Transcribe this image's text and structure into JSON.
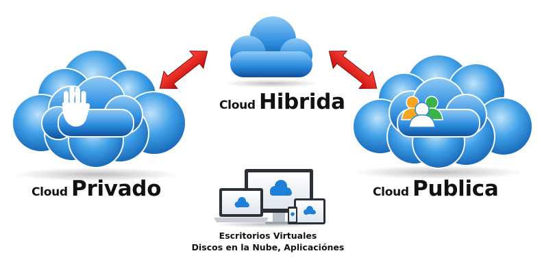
{
  "clouds": {
    "privado": {
      "prefix": "Cloud",
      "name": "Privado",
      "icon": "hand-icon"
    },
    "hibrida": {
      "prefix": "Cloud",
      "name": "Hibrida",
      "icon": "cloud-icon"
    },
    "publica": {
      "prefix": "Cloud",
      "name": "Publica",
      "icon": "users-icon"
    }
  },
  "devices": {
    "caption_line_1": "Escritorios Virtuales",
    "caption_line_2": "Discos en la Nube, Aplicaciónes"
  },
  "colors": {
    "cloud_blue": "#1e7fd6",
    "cloud_dark": "#0c4f9e",
    "arrow_red": "#e11b1b",
    "user_orange": "#f5a623",
    "user_green": "#3cb34a",
    "user_blue": "#2a8ad8"
  }
}
